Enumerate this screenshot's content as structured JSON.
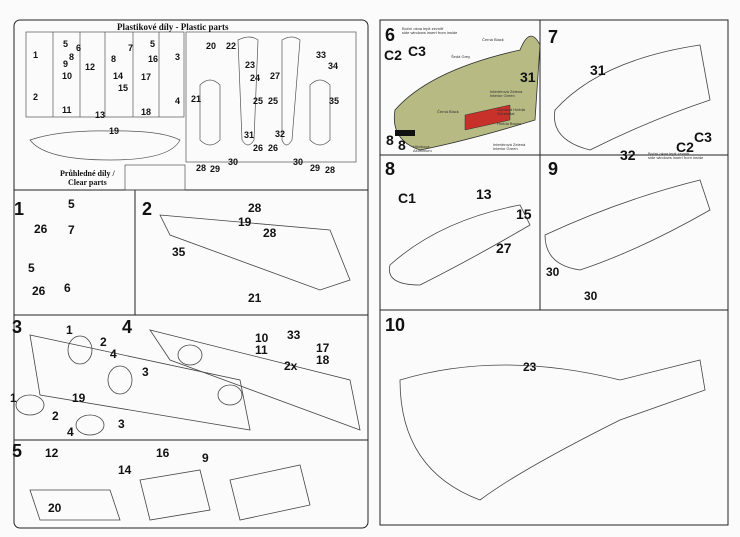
{
  "parts_sheet": {
    "title": "Plastikové díly - Plastic parts",
    "clear_title_cz": "Průhledné díly /",
    "clear_title_en": "Clear parts",
    "numbers": [
      "1",
      "2",
      "3",
      "4",
      "5",
      "6",
      "7",
      "5",
      "8",
      "9",
      "8",
      "16",
      "12",
      "14",
      "17",
      "10",
      "15",
      "11",
      "13",
      "18",
      "19",
      "20",
      "22",
      "23",
      "24",
      "27",
      "21",
      "25",
      "25",
      "35",
      "34",
      "33",
      "31",
      "32",
      "26",
      "26",
      "28",
      "29",
      "30",
      "30",
      "29",
      "28"
    ]
  },
  "colors": {
    "interior_green": "#b7ba82",
    "red_brown": "#c8302a",
    "black": "#111111"
  },
  "steps": [
    {
      "number": "1",
      "callouts": [
        "5",
        "7",
        "26",
        "5",
        "6",
        "26"
      ]
    },
    {
      "number": "2",
      "callouts": [
        "28",
        "19",
        "28",
        "35",
        "21"
      ]
    },
    {
      "number": "3",
      "callouts": [
        "1",
        "2",
        "4",
        "3",
        "19",
        "1",
        "2",
        "4",
        "3"
      ]
    },
    {
      "number": "4",
      "callouts": [
        "10",
        "33",
        "11",
        "17",
        "18",
        "2x"
      ]
    },
    {
      "number": "5",
      "callouts": [
        "12",
        "16",
        "9",
        "14",
        "20"
      ]
    },
    {
      "number": "6",
      "callouts": [
        "C2",
        "C3",
        "31",
        "8",
        "8"
      ],
      "note_cz": "Boční okna lepit zevnitř",
      "note_en": "side windows insert from inside",
      "color_labels": [
        "Černá Black",
        "Šedá Grey",
        "Interiérová Zelená Interior Green",
        "Černá Black",
        "Gumová Hnědá Gunmetal",
        "Hnědá Brown",
        "Hliníková Aluminium",
        "Interiérová Zelená Interior Green"
      ]
    },
    {
      "number": "7",
      "callouts": [
        "31",
        "C2",
        "C3",
        "32"
      ],
      "note_cz": "Boční okna lepit zevnitř",
      "note_en": "side windows insert from inside"
    },
    {
      "number": "8",
      "callouts": [
        "C1",
        "13",
        "15",
        "27"
      ]
    },
    {
      "number": "9",
      "callouts": [
        "30",
        "30"
      ]
    },
    {
      "number": "10",
      "callouts": [
        "23"
      ]
    }
  ]
}
